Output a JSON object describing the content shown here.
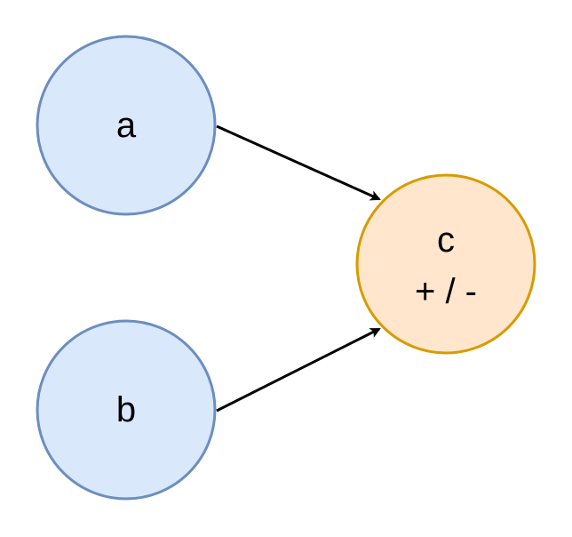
{
  "diagram": {
    "nodes": [
      {
        "id": "a",
        "label": "a",
        "fill": "#dae8fc",
        "stroke": "#6c8ebf"
      },
      {
        "id": "b",
        "label": "b",
        "fill": "#dae8fc",
        "stroke": "#6c8ebf"
      },
      {
        "id": "c",
        "label": "c",
        "sublabel": "+ / -",
        "fill": "#ffe6cc",
        "stroke": "#d79b00"
      }
    ],
    "edges": [
      {
        "from": "a",
        "to": "c",
        "color": "#000000"
      },
      {
        "from": "b",
        "to": "c",
        "color": "#000000"
      }
    ]
  }
}
